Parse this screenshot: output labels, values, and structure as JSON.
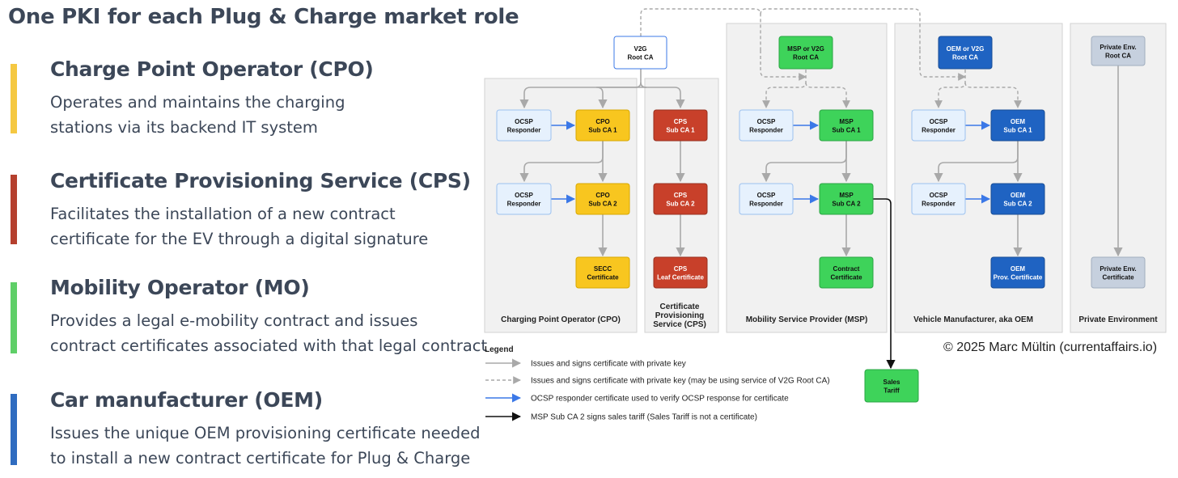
{
  "title": "One PKI for each Plug & Charge market role",
  "roles": [
    {
      "name": "Charge Point Operator (CPO)",
      "desc": "Operates and maintains the charging\nstations via its backend IT system",
      "color": "#f5c842"
    },
    {
      "name": "Certificate Provisioning Service (CPS)",
      "desc": "Facilitates the installation of a new contract\ncertificate for the EV through a digital signature",
      "color": "#b5402e"
    },
    {
      "name": "Mobility Operator (MO)",
      "desc": "Provides a legal e-mobility contract and issues\ncontract certificates associated with that legal contract",
      "color": "#5fcf68"
    },
    {
      "name": "Car manufacturer (OEM)",
      "desc": "Issues the unique OEM provisioning certificate needed\nto install a new contract certificate for Plug & Charge",
      "color": "#2f6cc0"
    }
  ],
  "diagram": {
    "colors": {
      "cpo": "#f8c61f",
      "cps": "#c8402a",
      "msp": "#3ed35a",
      "oem": "#1f63c2",
      "ocsp": "#e6f1fd",
      "priv": "#c6d0de",
      "root": "#ffffff",
      "panel": "#f1f1f1"
    },
    "panels": {
      "cpo": "Charging Point Operator (CPO)",
      "cps": [
        "Certificate",
        "Provisioning",
        "Service (CPS)"
      ],
      "msp": "Mobility Service Provider (MSP)",
      "oem": "Vehicle Manufacturer, aka OEM",
      "priv": "Private Environment"
    },
    "nodes": {
      "v2g_root": [
        "V2G",
        "Root CA"
      ],
      "cpo_ocsp1": [
        "OCSP",
        "Responder"
      ],
      "cpo_sub1": [
        "CPO",
        "Sub CA 1"
      ],
      "cpo_ocsp2": [
        "OCSP",
        "Responder"
      ],
      "cpo_sub2": [
        "CPO",
        "Sub CA 2"
      ],
      "secc": [
        "SECC",
        "Certificate"
      ],
      "cps_sub1": [
        "CPS",
        "Sub CA 1"
      ],
      "cps_sub2": [
        "CPS",
        "Sub CA 2"
      ],
      "cps_leaf": [
        "CPS",
        "Leaf Certificate"
      ],
      "msp_root": [
        "MSP or V2G",
        "Root CA"
      ],
      "msp_ocsp1": [
        "OCSP",
        "Responder"
      ],
      "msp_sub1": [
        "MSP",
        "Sub CA 1"
      ],
      "msp_ocsp2": [
        "OCSP",
        "Responder"
      ],
      "msp_sub2": [
        "MSP",
        "Sub CA 2"
      ],
      "contract": [
        "Contract",
        "Certificate"
      ],
      "sales": [
        "Sales",
        "Tariff"
      ],
      "oem_root": [
        "OEM or V2G",
        "Root CA"
      ],
      "oem_ocsp1": [
        "OCSP",
        "Responder"
      ],
      "oem_sub1": [
        "OEM",
        "Sub CA 1"
      ],
      "oem_ocsp2": [
        "OCSP",
        "Responder"
      ],
      "oem_sub2": [
        "OEM",
        "Sub CA 2"
      ],
      "oem_prov": [
        "OEM",
        "Prov. Certificate"
      ],
      "priv_root": [
        "Private Env.",
        "Root CA"
      ],
      "priv_cert": [
        "Private Env.",
        "Certificate"
      ]
    },
    "legend": {
      "title": "Legend",
      "items": [
        {
          "text": "Issues and signs certificate with private key",
          "style": "solid-gray"
        },
        {
          "text": "Issues and signs certificate with private key (may be using service of V2G Root CA)",
          "style": "dashed-gray"
        },
        {
          "text": "OCSP responder certificate used to verify OCSP response for certificate",
          "style": "solid-blue"
        },
        {
          "text": "MSP Sub CA 2 signs sales tariff (Sales Tariff is not a certificate)",
          "style": "solid-black"
        }
      ]
    }
  },
  "copyright": "© 2025 Marc Mültin (currentaffairs.io)"
}
